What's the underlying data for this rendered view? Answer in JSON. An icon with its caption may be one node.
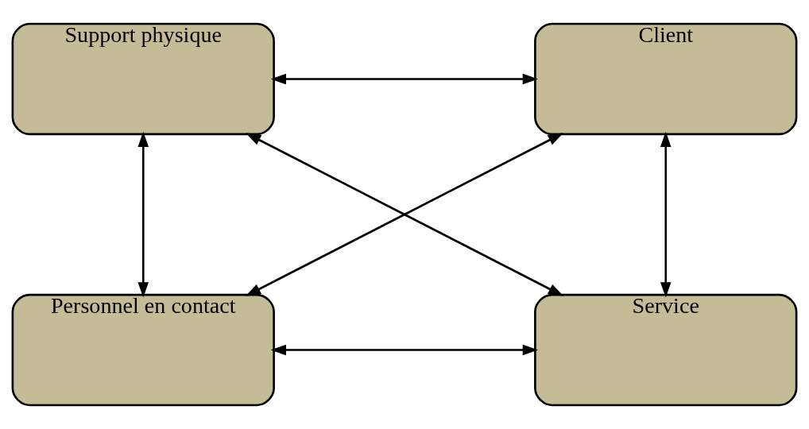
{
  "diagram": {
    "nodes": [
      {
        "text": [
          "Support physique"
        ]
      },
      {
        "text": [
          "Client"
        ]
      },
      {
        "text": [
          "Personnel en contact"
        ]
      },
      {
        "text": [
          "Service"
        ]
      }
    ],
    "edges": [
      {
        "from": 0,
        "to": 1,
        "arrow": "both"
      },
      {
        "from": 0,
        "to": 2,
        "arrow": "both"
      },
      {
        "from": 0,
        "to": 3,
        "arrow": "both"
      },
      {
        "from": 1,
        "to": 2,
        "arrow": "both"
      },
      {
        "from": 1,
        "to": 3,
        "arrow": "both"
      },
      {
        "from": 2,
        "to": 3,
        "arrow": "both"
      }
    ]
  }
}
